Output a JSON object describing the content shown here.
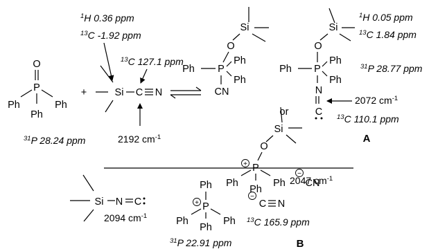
{
  "atoms": {
    "P": "P",
    "O": "O",
    "Ph": "Ph",
    "Si": "Si",
    "C": "C",
    "N": "N",
    "CN": "CN",
    "plus_op": "+",
    "or": "or",
    "plus_charge": "+",
    "minus_charge": "−"
  },
  "annotations": {
    "p_tppo": "31P 28.24 ppm",
    "h_tmscn": "1H 0.36 ppm",
    "c_me_tmscn": "13C -1.92 ppm",
    "c_cn_tmscn": "13C 127.1 ppm",
    "ir_tmscn": "2192 cm-1",
    "h_A": "1H 0.05 ppm",
    "c_me_A": "13C 1.84 ppm",
    "p_A": "31P 28.77 ppm",
    "ir_A": "2072 cm-1",
    "c_nc_A": "13C 110.1 ppm",
    "ir_tmsnc": "2094 cm-1",
    "ir_B": "2047 cm-1",
    "c_cn_B": "13C 165.9 ppm",
    "p_B": "31P 22.91 ppm"
  },
  "labels": {
    "A": "A",
    "B": "B"
  }
}
